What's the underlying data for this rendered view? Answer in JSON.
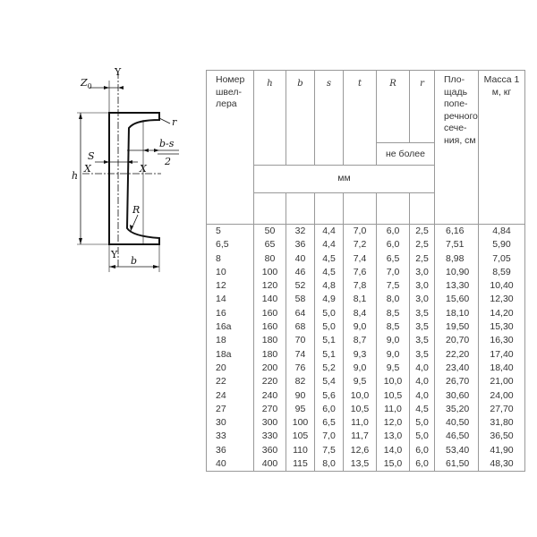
{
  "figure": {
    "labels": {
      "z0": "Z",
      "z0_sub": "0",
      "y_top": "Y",
      "y_bottom": "Y",
      "x_left": "X",
      "x_right": "X",
      "r": "r",
      "R": "R",
      "h": "h",
      "b": "b",
      "s": "S",
      "b_minus_s": "b-s",
      "two": "2"
    }
  },
  "table": {
    "headers": {
      "name": "Номер швел-лера",
      "h": "h",
      "b": "b",
      "s": "s",
      "t": "t",
      "R": "R",
      "r": "r",
      "not_more": "не более",
      "mm": "мм",
      "area": "Пло-щадь попе-речного сече-ния, см",
      "mass": "Масса 1 м, кг"
    },
    "rows": [
      [
        "5",
        "50",
        "32",
        "4,4",
        "7,0",
        "6,0",
        "2,5",
        "6,16",
        "4,84"
      ],
      [
        "6,5",
        "65",
        "36",
        "4,4",
        "7,2",
        "6,0",
        "2,5",
        "7,51",
        "5,90"
      ],
      [
        "8",
        "80",
        "40",
        "4,5",
        "7,4",
        "6,5",
        "2,5",
        "8,98",
        "7,05"
      ],
      [
        "10",
        "100",
        "46",
        "4,5",
        "7,6",
        "7,0",
        "3,0",
        "10,90",
        "8,59"
      ],
      [
        "12",
        "120",
        "52",
        "4,8",
        "7,8",
        "7,5",
        "3,0",
        "13,30",
        "10,40"
      ],
      [
        "14",
        "140",
        "58",
        "4,9",
        "8,1",
        "8,0",
        "3,0",
        "15,60",
        "12,30"
      ],
      [
        "16",
        "160",
        "64",
        "5,0",
        "8,4",
        "8,5",
        "3,5",
        "18,10",
        "14,20"
      ],
      [
        "16а",
        "160",
        "68",
        "5,0",
        "9,0",
        "8,5",
        "3,5",
        "19,50",
        "15,30"
      ],
      [
        "18",
        "180",
        "70",
        "5,1",
        "8,7",
        "9,0",
        "3,5",
        "20,70",
        "16,30"
      ],
      [
        "18а",
        "180",
        "74",
        "5,1",
        "9,3",
        "9,0",
        "3,5",
        "22,20",
        "17,40"
      ],
      [
        "20",
        "200",
        "76",
        "5,2",
        "9,0",
        "9,5",
        "4,0",
        "23,40",
        "18,40"
      ],
      [
        "22",
        "220",
        "82",
        "5,4",
        "9,5",
        "10,0",
        "4,0",
        "26,70",
        "21,00"
      ],
      [
        "24",
        "240",
        "90",
        "5,6",
        "10,0",
        "10,5",
        "4,0",
        "30,60",
        "24,00"
      ],
      [
        "27",
        "270",
        "95",
        "6,0",
        "10,5",
        "11,0",
        "4,5",
        "35,20",
        "27,70"
      ],
      [
        "30",
        "300",
        "100",
        "6,5",
        "11,0",
        "12,0",
        "5,0",
        "40,50",
        "31,80"
      ],
      [
        "33",
        "330",
        "105",
        "7,0",
        "11,7",
        "13,0",
        "5,0",
        "46,50",
        "36,50"
      ],
      [
        "36",
        "360",
        "110",
        "7,5",
        "12,6",
        "14,0",
        "6,0",
        "53,40",
        "41,90"
      ],
      [
        "40",
        "400",
        "115",
        "8,0",
        "13,5",
        "15,0",
        "6,0",
        "61,50",
        "48,30"
      ]
    ]
  }
}
